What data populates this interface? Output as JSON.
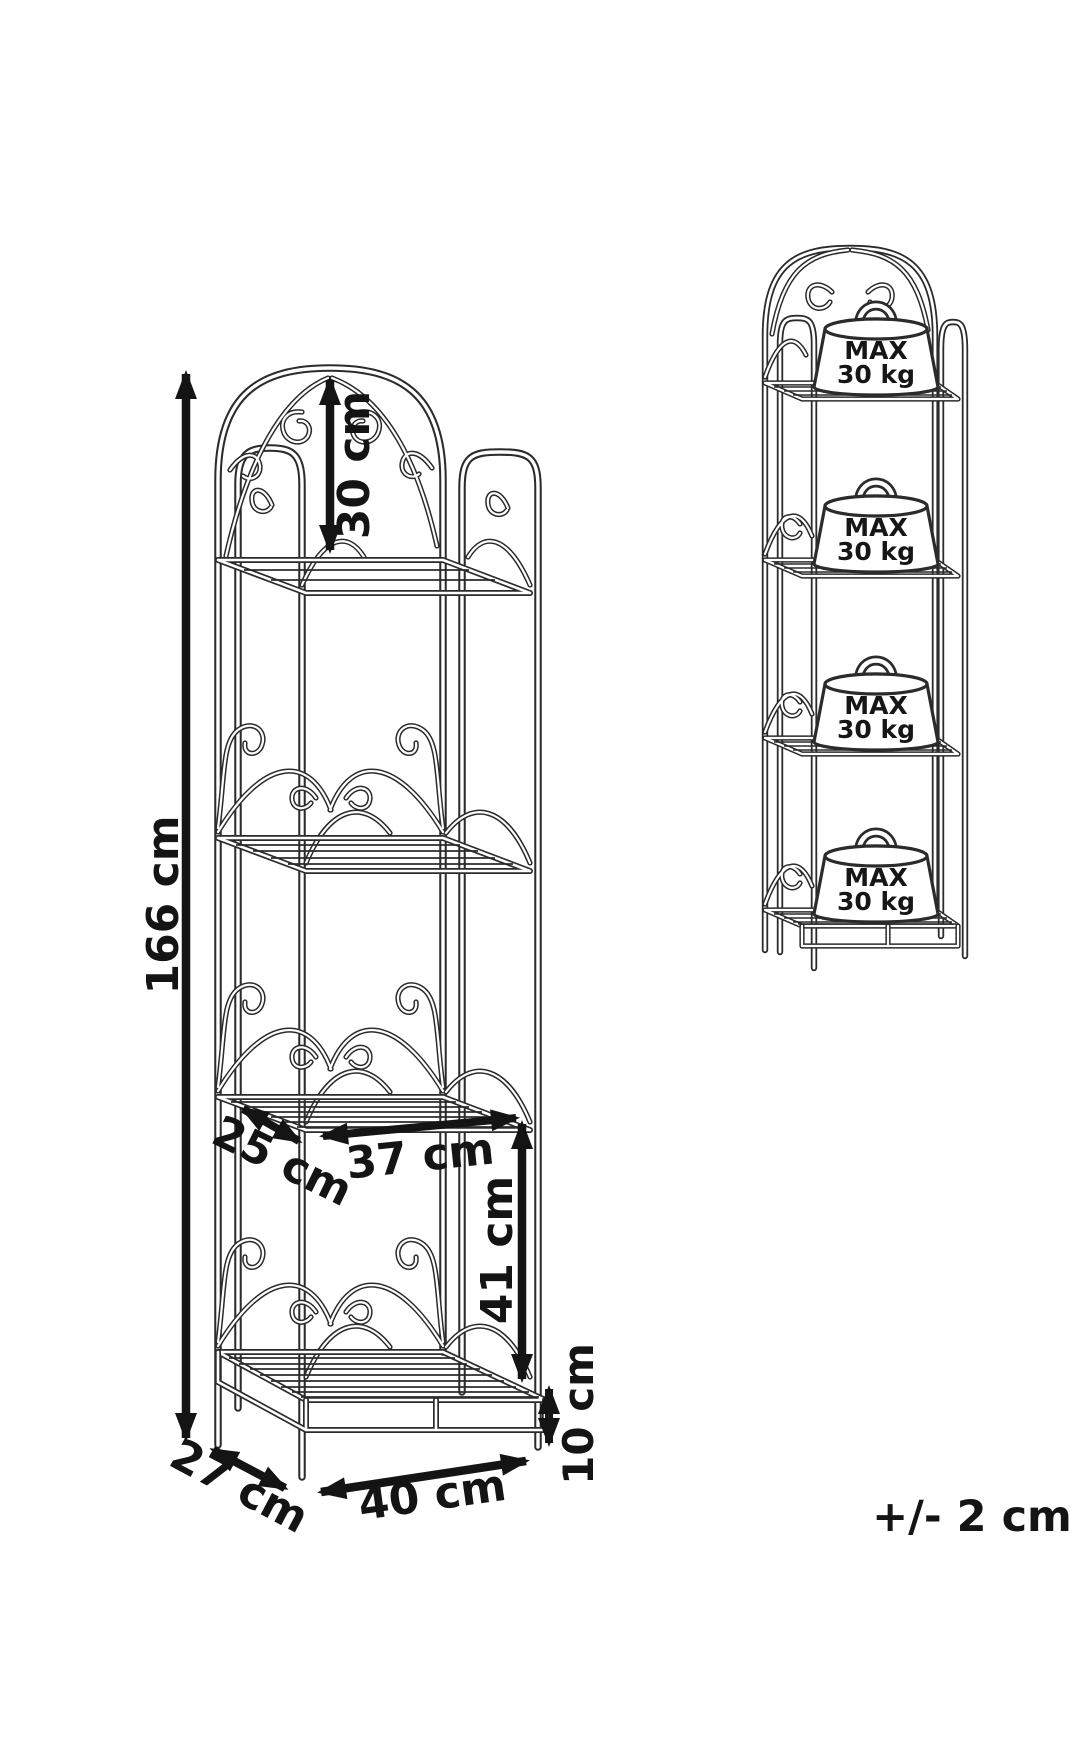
{
  "diagram": {
    "type": "furniture-dimension-diagram",
    "subject": "4-tier ornamental metal shelf rack",
    "colors": {
      "line": "#2b2b2b",
      "arrow": "#141414",
      "background": "#ffffff"
    },
    "left_view": {
      "labels": {
        "total_height": "166 cm",
        "arch_height": "30 cm",
        "shelf_depth": "25 cm",
        "shelf_inner_width": "37 cm",
        "shelf_gap": "41 cm",
        "bottom_clearance": "10 cm",
        "base_depth": "27 cm",
        "base_width": "40 cm"
      }
    },
    "right_view": {
      "weights": [
        {
          "line1": "MAX",
          "line2": "30 kg"
        },
        {
          "line1": "MAX",
          "line2": "30 kg"
        },
        {
          "line1": "MAX",
          "line2": "30 kg"
        },
        {
          "line1": "MAX",
          "line2": "30 kg"
        }
      ]
    },
    "tolerance_note": "+/- 2 cm"
  }
}
